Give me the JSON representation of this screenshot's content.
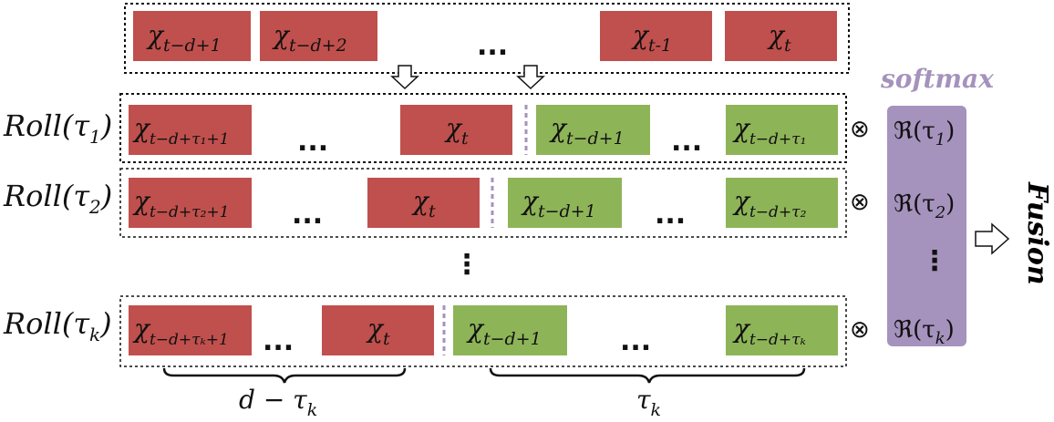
{
  "colors": {
    "red_block": "#c0504d",
    "green_block": "#8eb458",
    "softmax_panel": "#a592bd",
    "softmax_text": "#a592bd",
    "separator": "#a592bd"
  },
  "top_row": {
    "blocks": [
      {
        "base": "χ",
        "sub": "t−d+1"
      },
      {
        "base": "χ",
        "sub": "t−d+2"
      },
      {
        "base": "χ",
        "sub": "t-1"
      },
      {
        "base": "χ",
        "sub": "t"
      }
    ],
    "ellipsis": "..."
  },
  "rows": [
    {
      "label": "Roll(τ",
      "label_sub": "1",
      "label_close": ")",
      "red_first": {
        "base": "χ",
        "sub": "t−d+τ₁+1"
      },
      "red_last": {
        "base": "χ",
        "sub": "t"
      },
      "green_first": {
        "base": "χ",
        "sub": "t−d+1"
      },
      "green_last": {
        "base": "χ",
        "sub": "t−d+τ₁"
      },
      "ellipsis_red": "...",
      "ellipsis_green": "...",
      "op": "⊗",
      "weight": "ℜ(τ",
      "weight_sub": "1",
      "weight_close": ")"
    },
    {
      "label": "Roll(τ",
      "label_sub": "2",
      "label_close": ")",
      "red_first": {
        "base": "χ",
        "sub": "t−d+τ₂+1"
      },
      "red_last": {
        "base": "χ",
        "sub": "t"
      },
      "green_first": {
        "base": "χ",
        "sub": "t−d+1"
      },
      "green_last": {
        "base": "χ",
        "sub": "t−d+τ₂"
      },
      "ellipsis_red": "...",
      "ellipsis_green": "...",
      "op": "⊗",
      "weight": "ℜ(τ",
      "weight_sub": "2",
      "weight_close": ")"
    },
    {
      "label": "Roll(τ",
      "label_sub": "k",
      "label_close": ")",
      "red_first": {
        "base": "χ",
        "sub": "t−d+τₖ+1"
      },
      "red_last": {
        "base": "χ",
        "sub": "t"
      },
      "green_first": {
        "base": "χ",
        "sub": "t−d+1"
      },
      "green_last": {
        "base": "χ",
        "sub": "t−d+τₖ"
      },
      "ellipsis_red": "...",
      "ellipsis_green": "...",
      "op": "⊗",
      "weight": "ℜ(τ",
      "weight_sub": "k",
      "weight_close": ")"
    }
  ],
  "vertical_ellipsis": "⋮",
  "softmax_label": "softmax",
  "fusion_label": "Fusion",
  "brace_left": {
    "text": "d − τ",
    "sub": "k"
  },
  "brace_right": {
    "text": "τ",
    "sub": "k"
  }
}
